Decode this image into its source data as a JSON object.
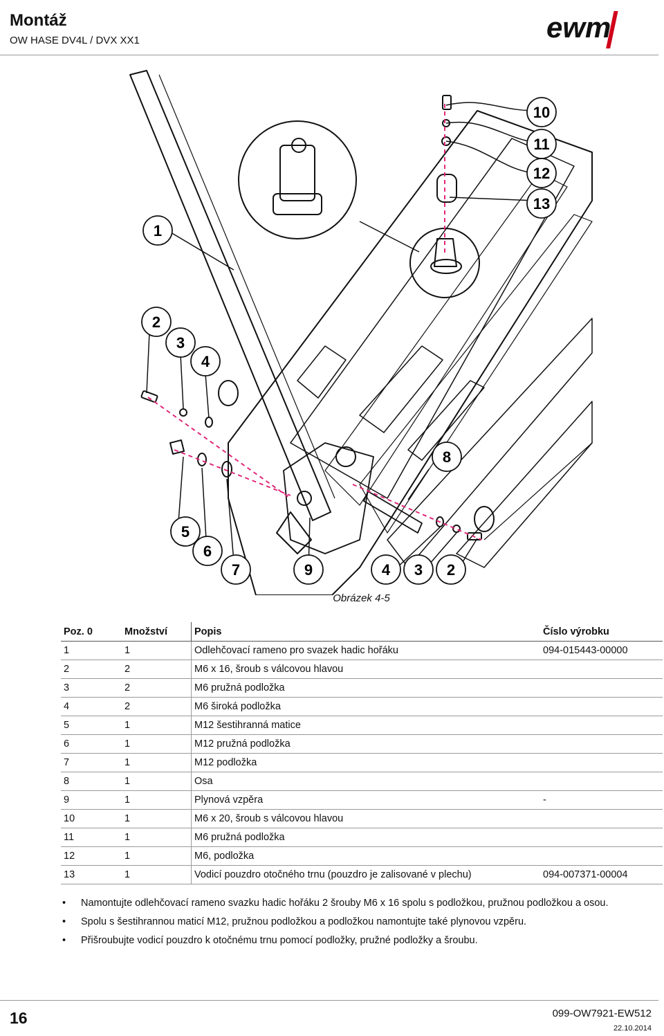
{
  "header": {
    "title": "Montáž",
    "subtitle": "OW HASE DV4L / DVX XX1",
    "logo_text": "ewm"
  },
  "figure": {
    "caption": "Obrázek 4-5",
    "callouts": [
      "1",
      "2",
      "3",
      "4",
      "5",
      "6",
      "7",
      "9",
      "4",
      "3",
      "2",
      "8",
      "10",
      "11",
      "12",
      "13"
    ]
  },
  "table": {
    "headers": [
      "Poz. 0",
      "Množství",
      "Popis",
      "Číslo výrobku"
    ],
    "rows": [
      [
        "1",
        "1",
        "Odlehčovací rameno pro svazek hadic hořáku",
        "094-015443-00000"
      ],
      [
        "2",
        "2",
        "M6 x 16, šroub s válcovou hlavou",
        ""
      ],
      [
        "3",
        "2",
        "M6 pružná podložka",
        ""
      ],
      [
        "4",
        "2",
        "M6 široká podložka",
        ""
      ],
      [
        "5",
        "1",
        "M12 šestihranná matice",
        ""
      ],
      [
        "6",
        "1",
        "M12 pružná podložka",
        ""
      ],
      [
        "7",
        "1",
        "M12 podložka",
        ""
      ],
      [
        "8",
        "1",
        "Osa",
        ""
      ],
      [
        "9",
        "1",
        "Plynová vzpěra",
        "-"
      ],
      [
        "10",
        "1",
        "M6 x 20, šroub s válcovou hlavou",
        ""
      ],
      [
        "11",
        "1",
        "M6 pružná podložka",
        ""
      ],
      [
        "12",
        "1",
        "M6, podložka",
        ""
      ],
      [
        "13",
        "1",
        "Vodicí pouzdro otočného trnu (pouzdro je zalisované v plechu)",
        "094-007371-00004"
      ]
    ]
  },
  "instructions": [
    "Namontujte odlehčovací rameno svazku hadic hořáku 2 šrouby M6 x 16 spolu s podložkou, pružnou podložkou a osou.",
    "Spolu s šestihrannou maticí M12, pružnou podložkou a podložkou namontujte také plynovou vzpěru.",
    "Přišroubujte vodicí pouzdro k otočnému trnu pomocí podložky, pružné podložky a šroubu."
  ],
  "footer": {
    "page_number": "16",
    "doc_id": "099-OW7921-EW512",
    "date": "22.10.2014"
  },
  "colors": {
    "dash": "#e0287a",
    "line": "#111111"
  }
}
